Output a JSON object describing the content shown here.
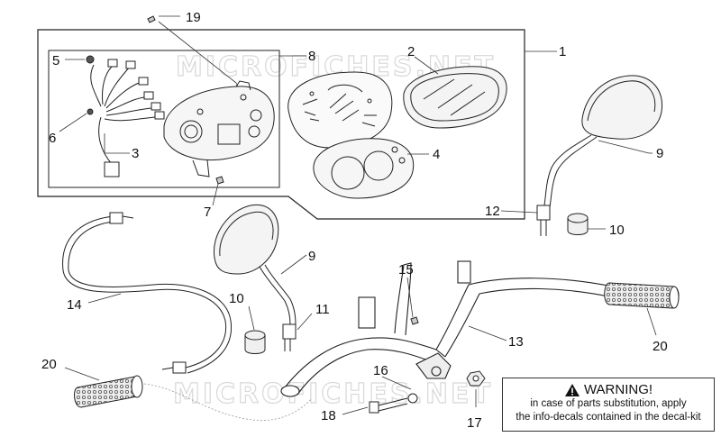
{
  "watermark": "MICROFICHES.NET",
  "callouts": [
    "1",
    "2",
    "3",
    "4",
    "5",
    "6",
    "7",
    "8",
    "9",
    "9",
    "10",
    "10",
    "11",
    "12",
    "13",
    "14",
    "15",
    "16",
    "17",
    "18",
    "19",
    "20",
    "20"
  ],
  "warning": {
    "icon": "warning-triangle-icon",
    "title": "WARNING!",
    "line1": "in case of parts substitution, apply",
    "line2": "the info-decals contained in the decal-kit"
  }
}
